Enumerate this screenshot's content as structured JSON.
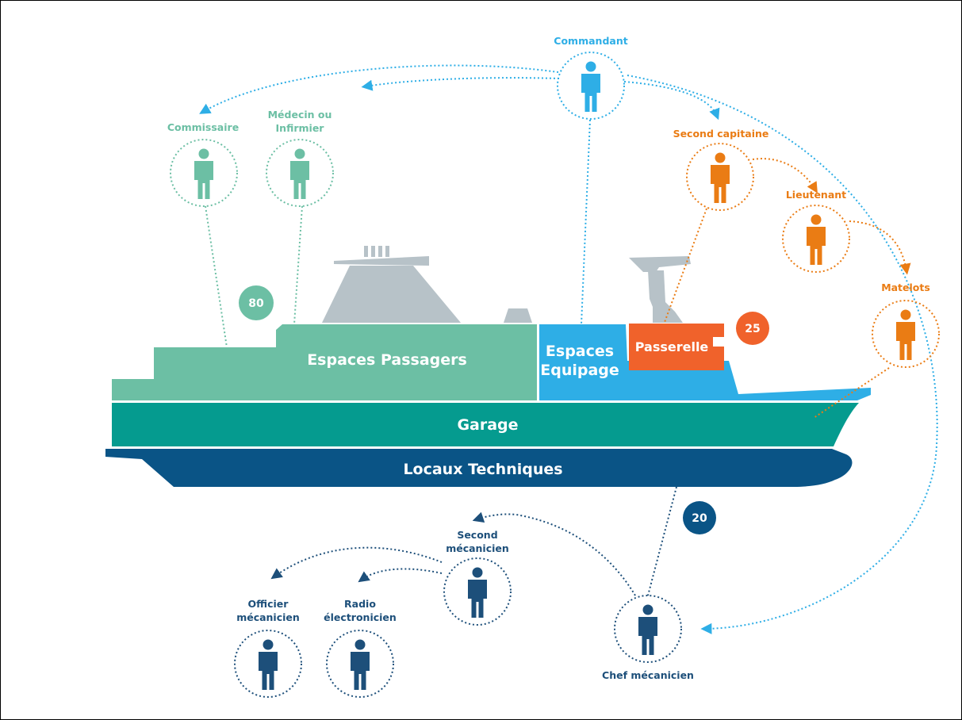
{
  "colors": {
    "cyan": "#2eaee6",
    "green": "#6cbfa4",
    "teal": "#059b8f",
    "orange": "#ea7c14",
    "red": "#f0622b",
    "navy": "#1d4f7a",
    "dark_navy": "#0a5486",
    "grey": "#b7c2c8"
  },
  "sections": {
    "passagers": "Espaces Passagers",
    "equipage_1": "Espaces",
    "equipage_2": "Equipage",
    "passerelle": "Passerelle",
    "garage": "Garage",
    "locaux": "Locaux Techniques"
  },
  "badges": {
    "passagers": "80",
    "passerelle": "25",
    "locaux": "20"
  },
  "people": {
    "commandant": "Commandant",
    "commissaire": "Commissaire",
    "medecin_1": "Médecin ou",
    "medecin_2": "Infirmier",
    "second_capitaine": "Second capitaine",
    "lieutenant": "Lieutenant",
    "matelots": "Matelots",
    "second_mecanicien_1": "Second",
    "second_mecanicien_2": "mécanicien",
    "officier_1": "Officier",
    "officier_2": "mécanicien",
    "radio_1": "Radio",
    "radio_2": "électronicien",
    "chef_mecanicien": "Chef mécanicien"
  },
  "icons": [
    "person-icon",
    "arrow-icon",
    "ship-funnel",
    "ship-mast"
  ]
}
